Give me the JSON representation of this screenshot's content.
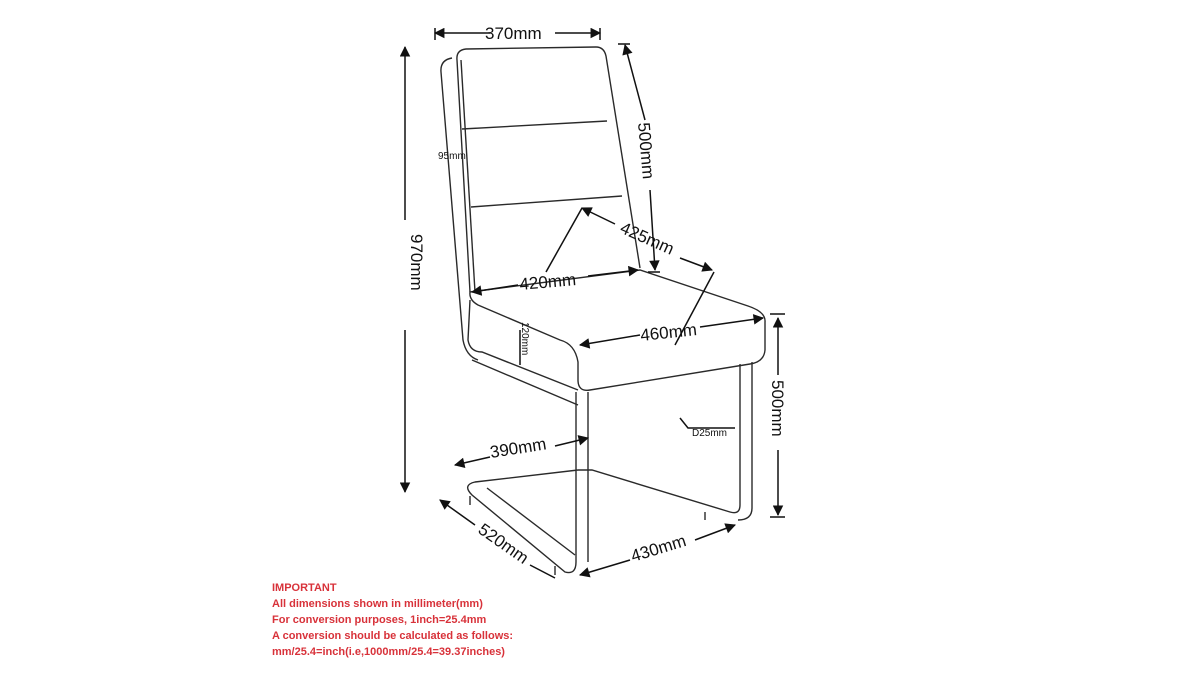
{
  "dimensions": {
    "backrest_width": "370mm",
    "backrest_height": "500mm",
    "total_height": "970mm",
    "back_frame_depth": "95mm",
    "seat_depth_inner": "425mm",
    "seat_width_back": "420mm",
    "seat_width_front": "460mm",
    "seat_thickness": "120mm",
    "seat_height": "500mm",
    "tube_diameter": "D25mm",
    "base_width_back": "390mm",
    "base_depth": "520mm",
    "base_width_front": "430mm"
  },
  "notes": {
    "title": "IMPORTANT",
    "lines": [
      "All dimensions shown in millimeter(mm)",
      "For conversion purposes, 1inch=25.4mm",
      "A conversion should be calculated as follows:",
      "mm/25.4=inch(i.e,1000mm/25.4=39.37inches)"
    ]
  },
  "colors": {
    "note": "#d8323a",
    "line": "#111111"
  }
}
